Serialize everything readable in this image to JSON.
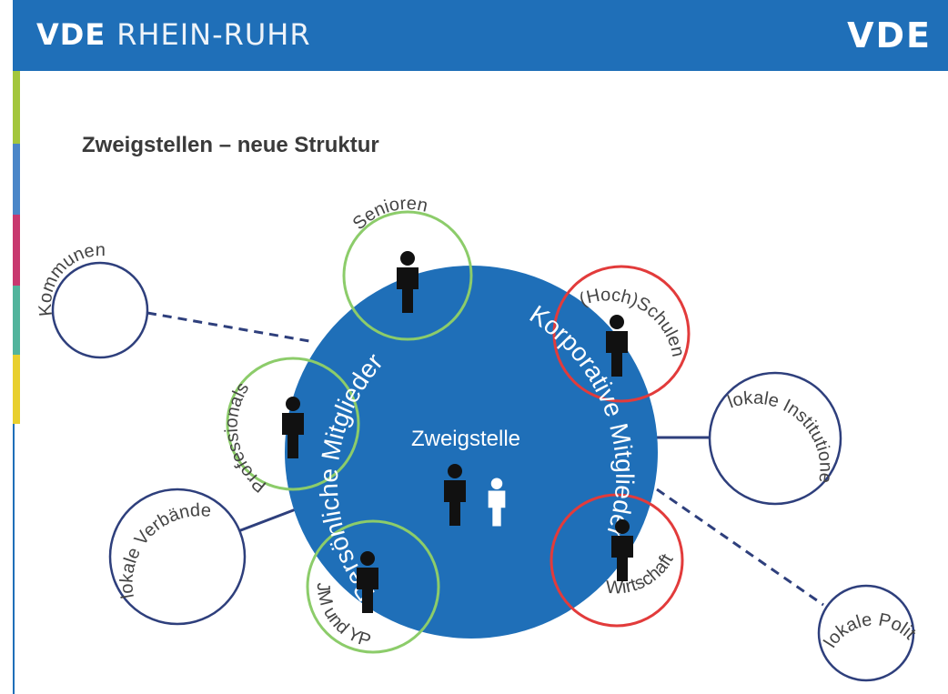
{
  "header": {
    "brand_left": "VDE",
    "region": "RHEIN-RUHR",
    "brand_right": "VDE"
  },
  "title": "Zweigstellen – neue Struktur",
  "diagram": {
    "center_label": "Zweigstelle",
    "persoenliche_label": "Persönliche Mitglieder",
    "korporative_label": "Korporative Mitglieder",
    "member_groups": {
      "senioren": "Senioren",
      "professionals": "Professionals",
      "jm_yp": "JM und YP",
      "hochschulen": "(Hoch)Schulen",
      "wirtschaft": "Wirtschaft"
    },
    "partners": {
      "kommunen": "Kommunen",
      "lokale_verbaende": "lokale Verbände",
      "lokale_institutionen": "lokale Institutionen",
      "lokale_politik": "lokale Politik"
    }
  },
  "colors": {
    "header_blue": "#1f6fb8",
    "main_circle": "#1f6fb8",
    "persoenlich_ring": "#8ccc6a",
    "korporativ_ring": "#e23b3b",
    "partner_ring": "#2e3f7c",
    "stripe_colors": [
      "#a3c63c",
      "#4a86c8",
      "#c8386f",
      "#52b49c",
      "#e8cf2e"
    ]
  },
  "icons": [
    "person-icon",
    "person-icon-white"
  ]
}
